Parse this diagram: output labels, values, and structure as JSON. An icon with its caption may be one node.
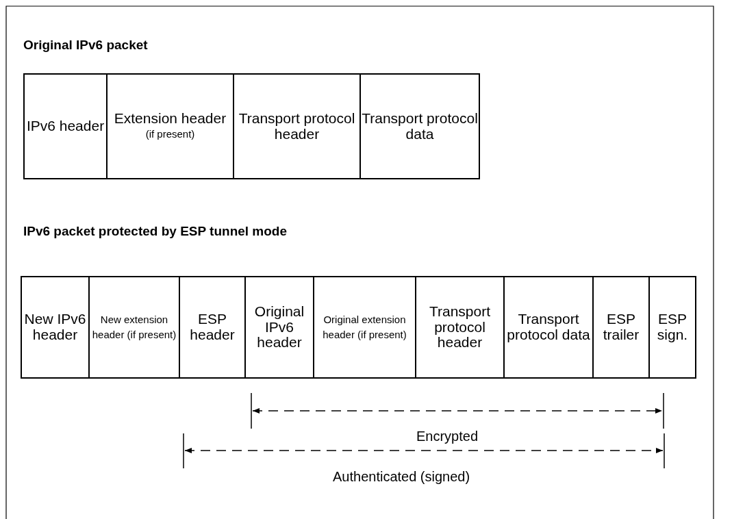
{
  "diagram": {
    "nodes": [
      {
        "text": [
          "IPv6 header"
        ]
      },
      {
        "text": [
          "Extension header",
          "(if present)"
        ]
      },
      {
        "text": [
          "Transport protocol header"
        ]
      },
      {
        "text": [
          "Transport protocol data"
        ]
      },
      {
        "text": [
          "New IPv6 header"
        ]
      },
      {
        "text": [
          "New extension header (if present)"
        ]
      },
      {
        "text": [
          "ESP header"
        ]
      },
      {
        "text": [
          "Original IPv6 header"
        ]
      },
      {
        "text": [
          "Original extension header (if present)"
        ]
      },
      {
        "text": [
          "Transport protocol header"
        ]
      },
      {
        "text": [
          "Transport protocol data"
        ]
      },
      {
        "text": [
          "ESP trailer"
        ]
      },
      {
        "text": [
          "ESP sign."
        ]
      }
    ],
    "labels": [
      "Original IPv6 packet",
      "IPv6 packet protected by ESP tunnel mode",
      "Encrypted",
      "Authenticated (signed)"
    ]
  }
}
